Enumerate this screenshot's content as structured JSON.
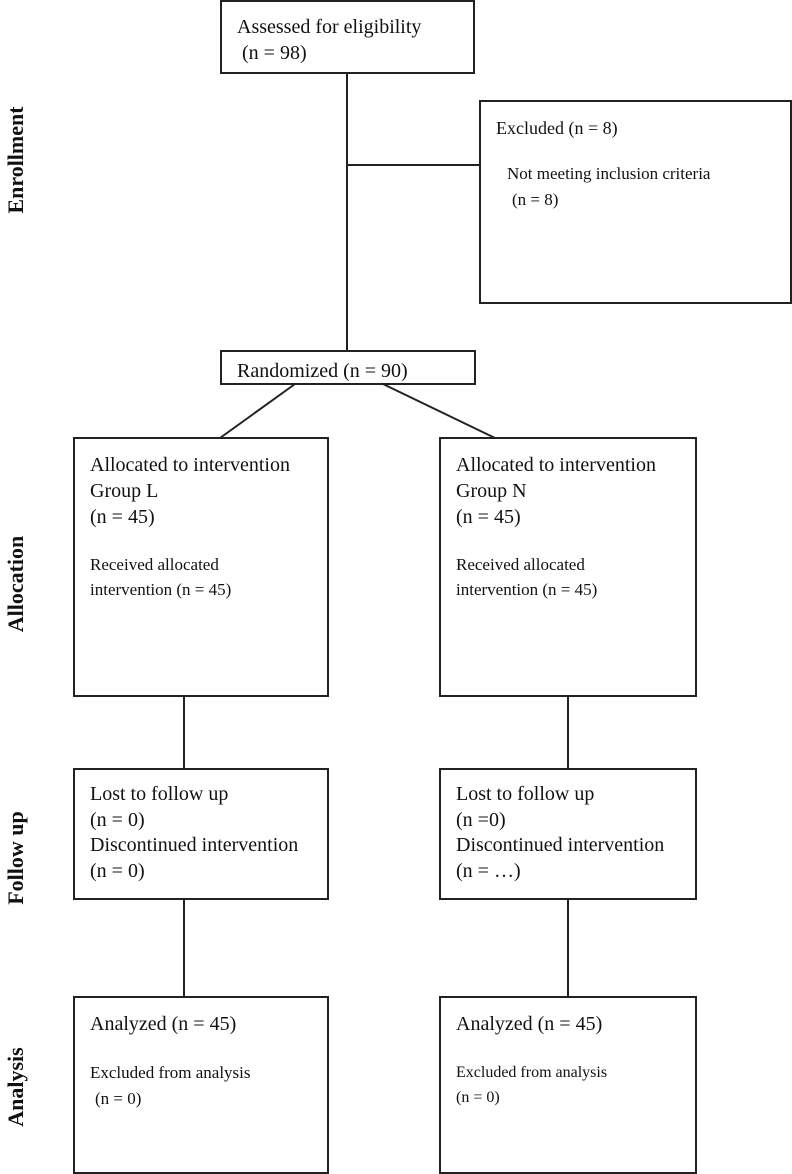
{
  "stages": {
    "enrollment": "Enrollment",
    "allocation": "Allocation",
    "follow_up": "Follow up",
    "analysis": "Analysis"
  },
  "assessed": {
    "line1": "Assessed for eligibility",
    "line2": "(n = 98)"
  },
  "excluded": {
    "title": "Excluded (n = 8)",
    "reason": "Not meeting inclusion criteria",
    "reason_n": "(n = 8)"
  },
  "randomized": {
    "label": "Randomized (n = 90)"
  },
  "allocation_l": {
    "line1": "Allocated to intervention",
    "line2": "Group L",
    "line3": "(n = 45)",
    "received1": "Received allocated",
    "received2": "intervention (n = 45)"
  },
  "allocation_n": {
    "line1": "Allocated to intervention",
    "line2": "Group N",
    "line3": "(n = 45)",
    "received1": "Received allocated",
    "received2": "intervention (n = 45)"
  },
  "followup_l": {
    "lost": "Lost to follow up",
    "lost_n": "(n = 0)",
    "discontinued": "Discontinued intervention",
    "discontinued_n": "(n = 0)"
  },
  "followup_n": {
    "lost": "Lost to follow up",
    "lost_n": "(n =0)",
    "discontinued": "Discontinued intervention",
    "discontinued_n": "(n = …)"
  },
  "analysis_l": {
    "analyzed": "Analyzed (n = 45)",
    "excluded": "Excluded from analysis",
    "excluded_n": "(n = 0)"
  },
  "analysis_n": {
    "analyzed": "Analyzed (n = 45)",
    "excluded": "Excluded from analysis",
    "excluded_n": "(n = 0)"
  }
}
